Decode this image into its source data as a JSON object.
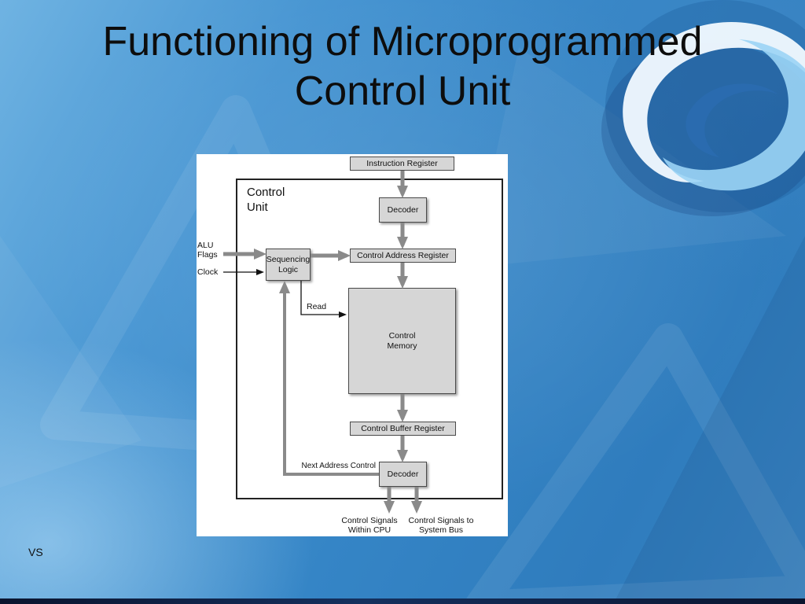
{
  "slide": {
    "title": "Functioning of Microprogrammed Control Unit",
    "footer_text": "VS"
  },
  "diagram": {
    "outer_label": "Control Unit",
    "boxes": {
      "instruction_register": "Instruction Register",
      "decoder_top": "Decoder",
      "control_address_register": "Control Address Register",
      "sequencing_logic": "Sequencing Logic",
      "control_memory": "Control Memory",
      "control_buffer_register": "Control Buffer Register",
      "decoder_bottom": "Decoder"
    },
    "labels": {
      "alu_flags": "ALU Flags",
      "clock": "Clock",
      "read": "Read",
      "next_address_control": "Next Address Control",
      "output_left": "Control Signals Within CPU",
      "output_right": "Control Signals to System Bus"
    },
    "colors": {
      "panel_background": "#ffffff",
      "box_fill": "#d6d6d6",
      "box_border": "#4a4a4a",
      "thick_arrow": "#8a8a8a",
      "thin_arrow": "#111111",
      "slide_background": "#3585c6",
      "title_text": "#0d0d0d"
    }
  }
}
